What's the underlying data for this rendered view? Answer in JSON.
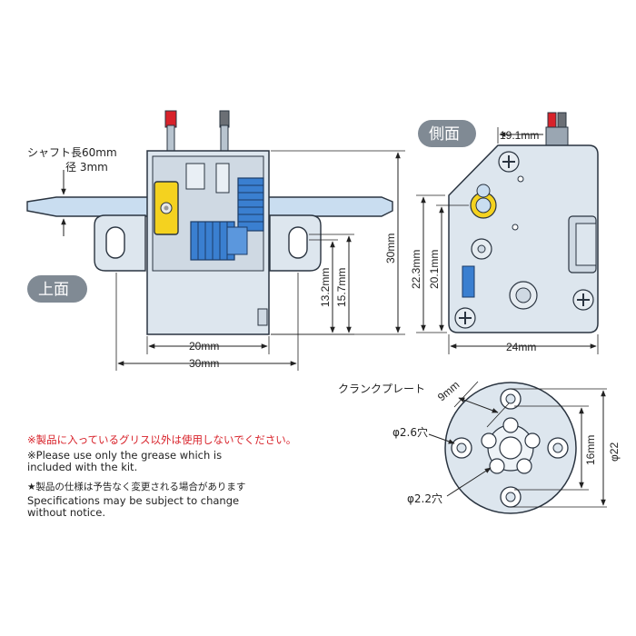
{
  "top_view": {
    "badge": "上面",
    "shaft_length": "シャフト長60mm",
    "shaft_diameter": "径 3mm",
    "dims": {
      "width_20": "20mm",
      "width_30_bottom": "30mm",
      "height_30": "30mm",
      "h_13_2": "13.2mm",
      "h_15_7": "15.7mm"
    }
  },
  "side_view": {
    "badge": "側面",
    "dims": {
      "top_19_1": "19.1mm",
      "h_22_3": "22.3mm",
      "h_20_1": "20.1mm",
      "width_24": "24mm"
    }
  },
  "crank_plate": {
    "title": "クランクプレート",
    "pitch": "9mm",
    "hole_outer": "φ2.6穴",
    "hole_inner": "φ2.2穴",
    "span_16": "16mm",
    "diameter": "φ22"
  },
  "notes": {
    "warning_jp": "※製品に入っているグリス以外は使用しないでください。",
    "warning_en_1": "※Please use only the grease which is",
    "warning_en_2": "included with the kit.",
    "spec_jp": "★製品の仕様は予告なく変更される場合があります",
    "spec_en_1": "Specifications may be subject to change",
    "spec_en_2": "without notice."
  },
  "colors": {
    "housing": "#dde6ee",
    "outline": "#2a3440",
    "gear_blue": "#3a7fd0",
    "bracket_yellow": "#f4d21f",
    "wire_red": "#d8222a",
    "badge_gray": "#808a94",
    "shaft_blue": "#c9ddf0"
  }
}
